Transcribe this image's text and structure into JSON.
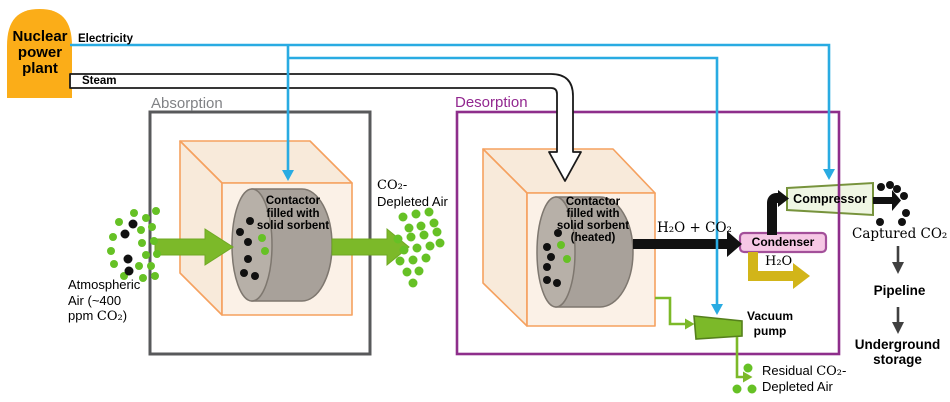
{
  "plant": {
    "label": "Nuclear\npower\nplant"
  },
  "energy": {
    "electricity": "Electricity",
    "steam": "Steam"
  },
  "absorption": {
    "title": "Absorption",
    "contactor": "Contactor\nfilled with\nsolid sorbent",
    "input_air": {
      "before": "Atmospheric\nAir (~400\nppm ",
      "co2": "CO₂",
      "after": ")"
    },
    "output_air": {
      "co2": "CO₂-",
      "rest": "\nDepleted Air"
    }
  },
  "desorption": {
    "title": "Desorption",
    "contactor": "Contactor\nfilled with\nsolid sorbent\n(heated)",
    "h2o_co2": "H₂O + CO₂",
    "vacuum_pump": "Vacuum\npump",
    "residual": {
      "before": "Residual ",
      "co2": "CO₂-",
      "after": "\nDepleted Air"
    }
  },
  "capture": {
    "condenser": "Condenser",
    "compressor": "Compressor",
    "h2o": "H₂O",
    "captured": "Captured CO₂",
    "pipeline": "Pipeline",
    "storage": "Underground\nstorage"
  },
  "palette": {
    "electricity_blue": "#29ABE2",
    "plant_orange": "#FBAD18",
    "flow_green": "#7CB929",
    "dot_green": "#66C125",
    "desorption_purple": "#8E2E8B",
    "absorption_gray": "#58595B",
    "box_orange_stroke": "#F5A15F",
    "box_orange_fill": "#FAEEE2",
    "cylinder_gray": "#A8A19A",
    "condenser_fill": "#F6C8E5",
    "condenser_border": "#A3509A",
    "compressor_fill": "#EFF6E3",
    "compressor_border": "#77933C",
    "water_yellow": "#D2B519"
  }
}
